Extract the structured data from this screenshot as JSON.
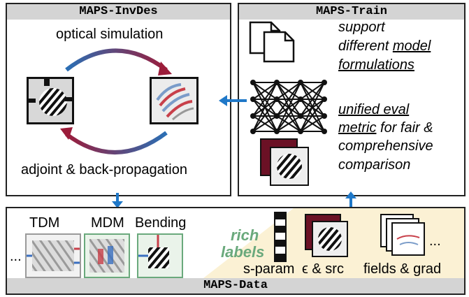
{
  "invdes": {
    "title": "MAPS-InvDes",
    "forward_label": "optical simulation",
    "backward_label": "adjoint & back-propagation"
  },
  "train": {
    "title": "MAPS-Train",
    "text1": [
      "support",
      "different",
      "model",
      "formulations"
    ],
    "text2": [
      "unified eval",
      "metric",
      "for fair &",
      "comprehensive",
      "comparison"
    ]
  },
  "data": {
    "title": "MAPS-Data",
    "devices": [
      "TDM",
      "MDM",
      "Bending"
    ],
    "ellipsis_left": "...",
    "rich": "rich",
    "labels": "labels",
    "items": [
      "s-param",
      "ϵ & src",
      "fields & grad"
    ],
    "ellipsis_right": "..."
  },
  "colors": {
    "arrow_blue": "#1f78c8",
    "grad_start": "#2a6fb5",
    "grad_end": "#9b1c3a",
    "rich_green": "#6aa97c",
    "data_bg": "#fbf1d4",
    "header_gray": "#d4d4d4"
  }
}
